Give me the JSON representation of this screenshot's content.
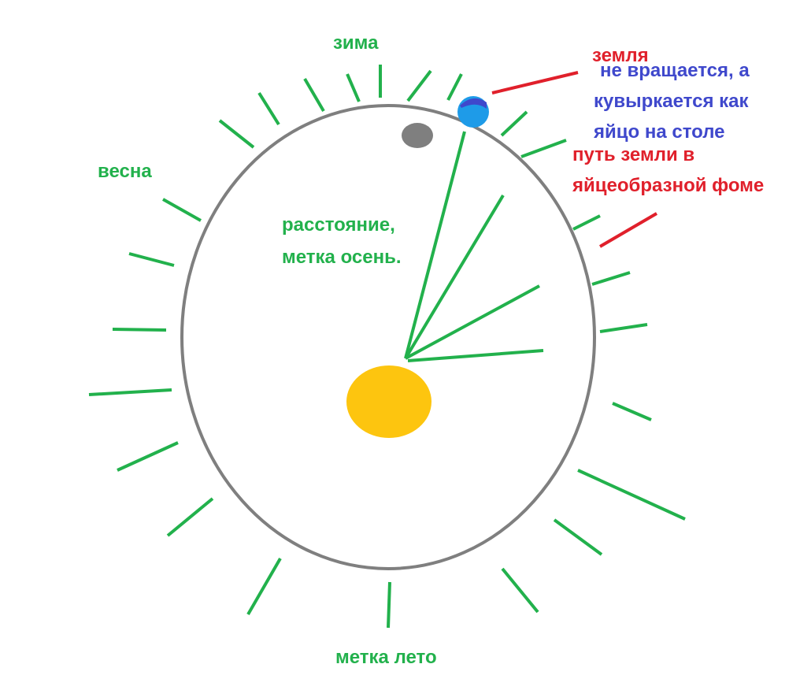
{
  "colors": {
    "orbit": "#7f7f7f",
    "rays": "#22b14c",
    "sun": "#fdc50f",
    "earth": "#1e9be8",
    "earth_cap": "#3f48cc",
    "moon": "#7f7f7f",
    "pointer": "#e0202b",
    "label_green": "#22b14c",
    "label_red": "#e0202b",
    "label_blue": "#3f48cc"
  },
  "labels": {
    "winter": "зима",
    "spring": "весна",
    "summer_mark": "метка лето",
    "distance_line1": "расстояние,",
    "distance_line2": "метка осень.",
    "earth": "земля",
    "not_rotating_line1": "не вращается, а",
    "not_rotating_line2": "кувыркается как",
    "not_rotating_line3": "яйцо на столе",
    "path_line1": "путь земли в",
    "path_line2": "яйцеобразной фоме"
  },
  "icons": {
    "sun": "sun-disc",
    "earth": "earth-disc",
    "moon": "moon-disc"
  }
}
